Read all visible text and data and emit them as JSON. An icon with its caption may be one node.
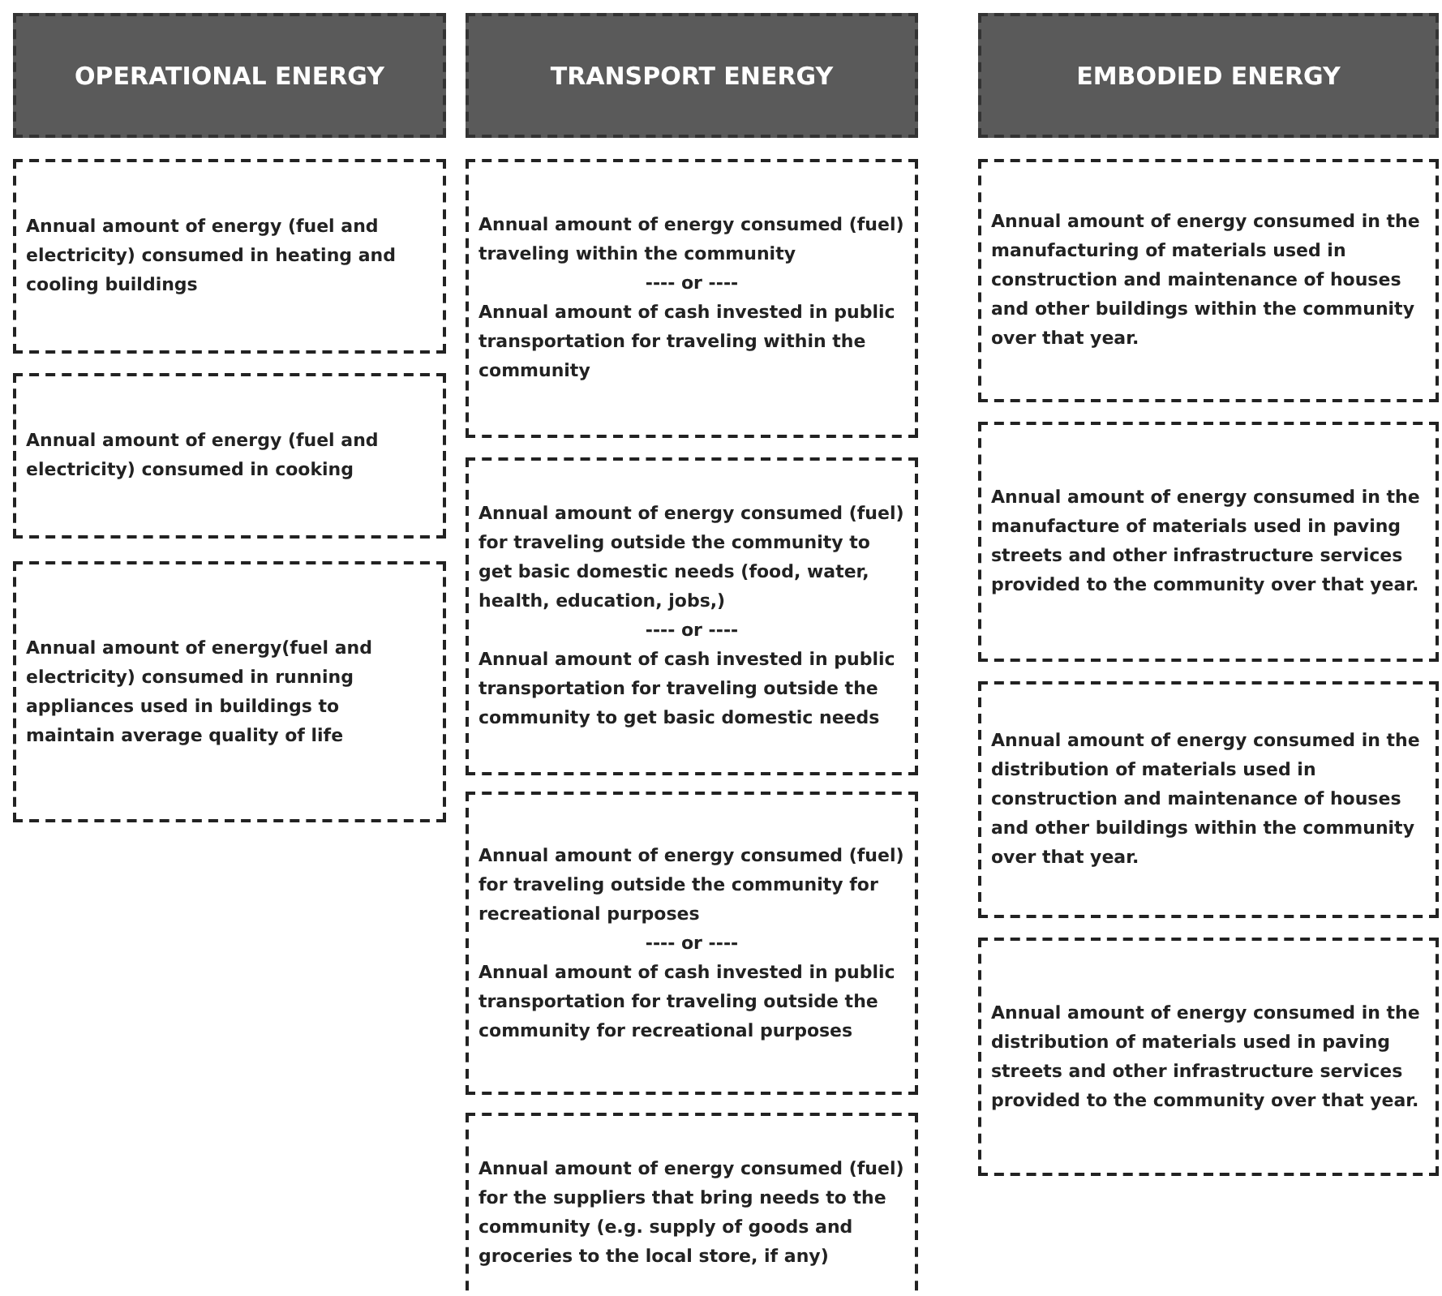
{
  "diagram": {
    "nodes": [
      {
        "text": [
          "OPERATIONAL ENERGY"
        ]
      },
      {
        "text": [
          "TRANSPORT ENERGY"
        ]
      },
      {
        "text": [
          "EMBODIED ENERGY"
        ]
      },
      {
        "text": [
          "Annual amount of energy (fuel and electricity) consumed in heating and cooling buildings"
        ]
      },
      {
        "text": [
          "Annual amount of energy (fuel and electricity) consumed in cooking"
        ]
      },
      {
        "text": [
          "Annual amount of energy(fuel and electricity) consumed in running appliances used in buildings to maintain average quality of life"
        ]
      },
      {
        "text": [
          "Annual amount of energy consumed (fuel) traveling within the community",
          "---- or ----",
          "Annual amount of cash invested in public transportation for traveling within the community"
        ]
      },
      {
        "text": [
          "Annual amount of energy consumed (fuel) for traveling outside the community to get basic domestic needs (food, water, health, education, jobs,)",
          "---- or ----",
          "Annual amount of cash invested in public transportation for traveling outside the community to get basic domestic needs"
        ]
      },
      {
        "text": [
          "Annual amount of energy consumed (fuel) for traveling outside the community for recreational purposes",
          "---- or ----",
          "Annual amount of cash invested in public transportation for traveling outside the community for recreational purposes"
        ]
      },
      {
        "text": [
          "Annual amount of energy consumed (fuel) for the suppliers that bring needs to the community (e.g. supply of goods and groceries to the local store, if any)"
        ]
      },
      {
        "text": [
          "Annual amount of energy consumed in the manufacturing of materials used in construction and maintenance of houses and other buildings within the community over that year."
        ]
      },
      {
        "text": [
          "Annual amount of energy consumed in the manufacture of materials used in paving streets and other infrastructure services provided to the community over that year."
        ]
      },
      {
        "text": [
          "Annual amount of energy consumed in the distribution of materials used in construction and maintenance of houses and other buildings within the community over that year."
        ]
      },
      {
        "text": [
          "Annual amount of energy consumed in the distribution of materials used in paving streets and other infrastructure services provided to the community over that year."
        ]
      }
    ]
  }
}
